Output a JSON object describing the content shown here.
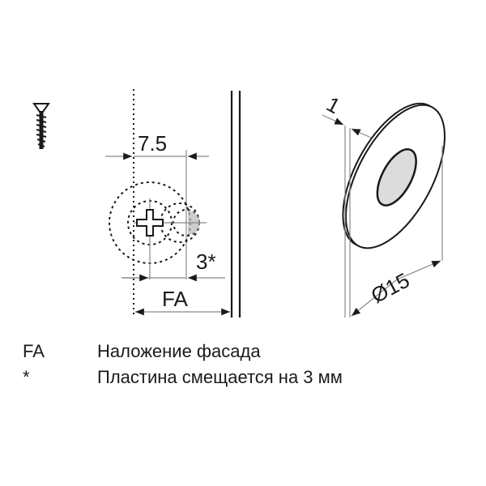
{
  "diagram": {
    "dimensions": {
      "offset_label": "7.5",
      "shift_label": "3*",
      "overlay_label": "FA",
      "thickness_label": "1",
      "diameter_label": "Ø15"
    }
  },
  "legend": {
    "items": [
      {
        "key": "FA",
        "description": "Наложение фасада"
      },
      {
        "key": "*",
        "description": "Пластина смещается на 3 мм"
      }
    ]
  },
  "colors": {
    "line": "#1a1a1a",
    "dim_line": "#888888",
    "hole_fill": "#dcdcdc"
  }
}
